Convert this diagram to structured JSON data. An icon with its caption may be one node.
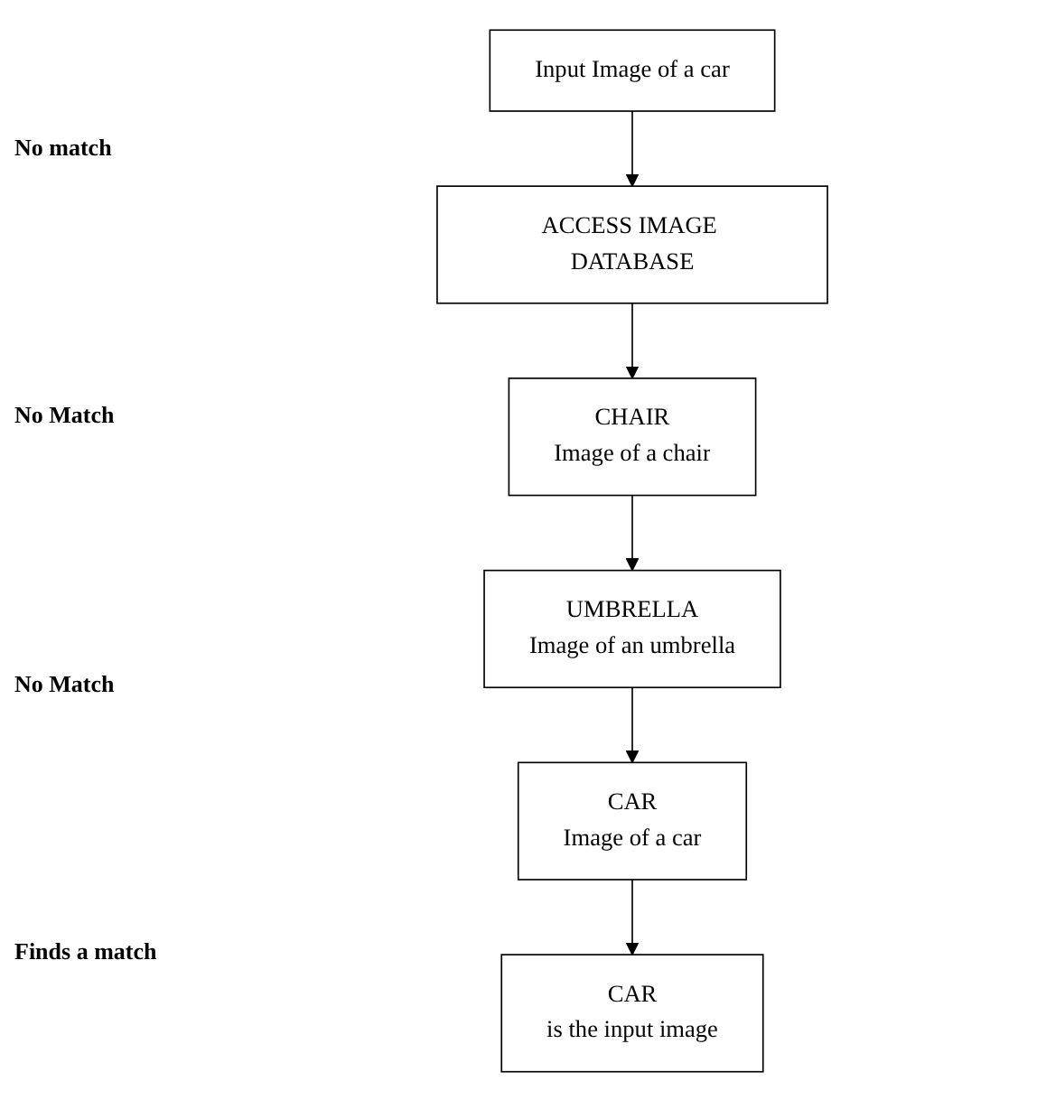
{
  "diagram": {
    "nodes": [
      {
        "text": [
          "Input Image of a car"
        ]
      },
      {
        "text": [
          "ACCESS IMAGE DATABASE"
        ]
      },
      {
        "text": [
          "CHAIR",
          "Image of a chair"
        ]
      },
      {
        "text": [
          "CAR",
          "is the input image"
        ]
      },
      {
        "text": [
          "UMBRELLA",
          "Image of an umbrella"
        ]
      },
      {
        "text": [
          "CAR",
          "Image of a car"
        ]
      }
    ],
    "edges": [
      {
        "from": 0,
        "to": 1,
        "arrow": "to"
      },
      {
        "from": 1,
        "to": 2,
        "arrow": "to"
      },
      {
        "from": 2,
        "to": 4,
        "arrow": "to"
      },
      {
        "from": 4,
        "to": 5,
        "arrow": "to"
      },
      {
        "from": 5,
        "to": 3,
        "arrow": "to"
      }
    ],
    "labels": [
      "No match",
      "No Match",
      "No Match",
      "Finds a match"
    ]
  }
}
